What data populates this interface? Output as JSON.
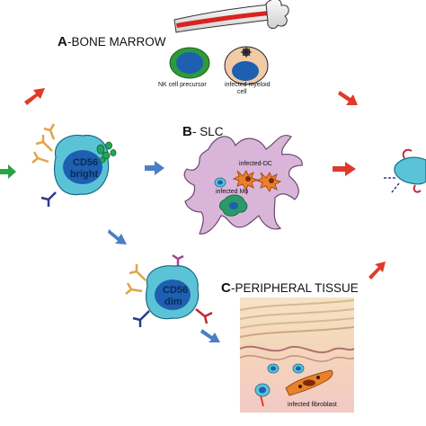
{
  "panels": {
    "a": {
      "letter": "A",
      "title": "-BONE MARROW"
    },
    "b": {
      "letter": "B",
      "title": "- SLC"
    },
    "c": {
      "letter": "C",
      "title": "-PERIPHERAL TISSUE"
    }
  },
  "bone_marrow": {
    "nk_precursor_label": "NK cell precursor",
    "infected_myeloid_line1": "infected myeloid",
    "infected_myeloid_line2": "cell"
  },
  "slc": {
    "infected_dc_label": "infected-DC",
    "infected_mphi_label": "infected Mϕ"
  },
  "nk_bright": {
    "line1": "CD56",
    "line2": "bright"
  },
  "nk_dim": {
    "line1": "CD56",
    "line2": "dim"
  },
  "tissue": {
    "fibroblast_label": "infected fibroblast"
  },
  "colors": {
    "red_arrow": "#e03a2a",
    "blue_arrow": "#4a7fc4",
    "green_arrow": "#2aa24a",
    "nk_cell": "#5bc3d6",
    "nucleus": "#1d5fb0",
    "slc_body": "#d9b6d9",
    "myeloid_cytoplasm": "#f2caa6"
  }
}
